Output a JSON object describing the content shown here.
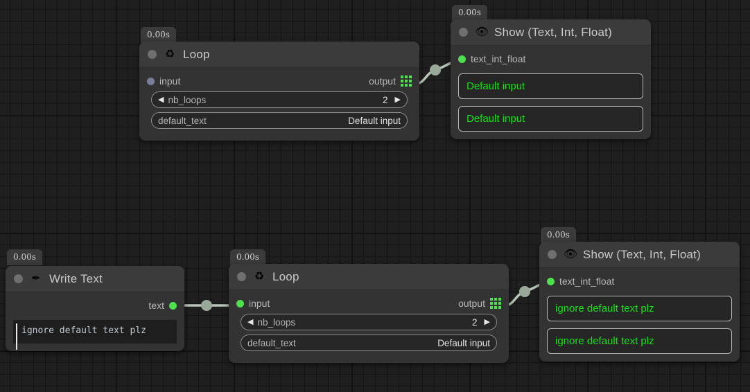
{
  "canvas": {
    "background_color": "#1f1f1f",
    "grid_line_color": "#141414",
    "grid_major_color": "#101010"
  },
  "colors": {
    "node_body": "#333333",
    "node_header": "#3b3b3b",
    "accent_green": "#4ee04e",
    "value_text_green": "#15e015",
    "port_unconnected": "#7a7f99",
    "edge": "#b9c6b9"
  },
  "nodes": [
    {
      "id": "loop-top",
      "badge": "0.00s",
      "icon": "recycle-icon",
      "icon_glyph": "♻",
      "title": "Loop",
      "input_port": {
        "label": "input",
        "state": "unconnected"
      },
      "output_port": {
        "label": "output",
        "kind": "list-grid-icon"
      },
      "params": [
        {
          "name": "nb_loops",
          "value": "2",
          "stepper": true,
          "left_arrow": "◀",
          "right_arrow": "▶"
        },
        {
          "name": "default_text",
          "value": "Default input",
          "stepper": false
        }
      ]
    },
    {
      "id": "show-top",
      "badge": "0.00s",
      "icon": "eye-icon",
      "icon_glyph": "👁",
      "title": "Show (Text, Int, Float)",
      "input_port": {
        "label": "text_int_float",
        "state": "connected"
      },
      "values": [
        "Default input",
        "Default input"
      ]
    },
    {
      "id": "write-text",
      "badge": "0.00s",
      "icon": "pen-nib-icon",
      "icon_glyph": "✒",
      "title": "Write Text",
      "output_port": {
        "label": "text",
        "state": "connected"
      },
      "text_content": "ignore default text plz"
    },
    {
      "id": "loop-bot",
      "badge": "0.00s",
      "icon": "recycle-icon",
      "icon_glyph": "♻",
      "title": "Loop",
      "input_port": {
        "label": "input",
        "state": "connected"
      },
      "output_port": {
        "label": "output",
        "kind": "list-grid-icon"
      },
      "params": [
        {
          "name": "nb_loops",
          "value": "2",
          "stepper": true,
          "left_arrow": "◀",
          "right_arrow": "▶"
        },
        {
          "name": "default_text",
          "value": "Default input",
          "stepper": false
        }
      ]
    },
    {
      "id": "show-bot",
      "badge": "0.00s",
      "icon": "eye-icon",
      "icon_glyph": "👁",
      "title": "Show (Text, Int, Float)",
      "input_port": {
        "label": "text_int_float",
        "state": "connected"
      },
      "values": [
        "ignore default text plz",
        "ignore default text plz"
      ]
    }
  ],
  "edges": [
    {
      "from": "loop-top.output",
      "to": "show-top.text_int_float"
    },
    {
      "from": "write-text.text",
      "to": "loop-bot.input"
    },
    {
      "from": "loop-bot.output",
      "to": "show-bot.text_int_float"
    }
  ]
}
